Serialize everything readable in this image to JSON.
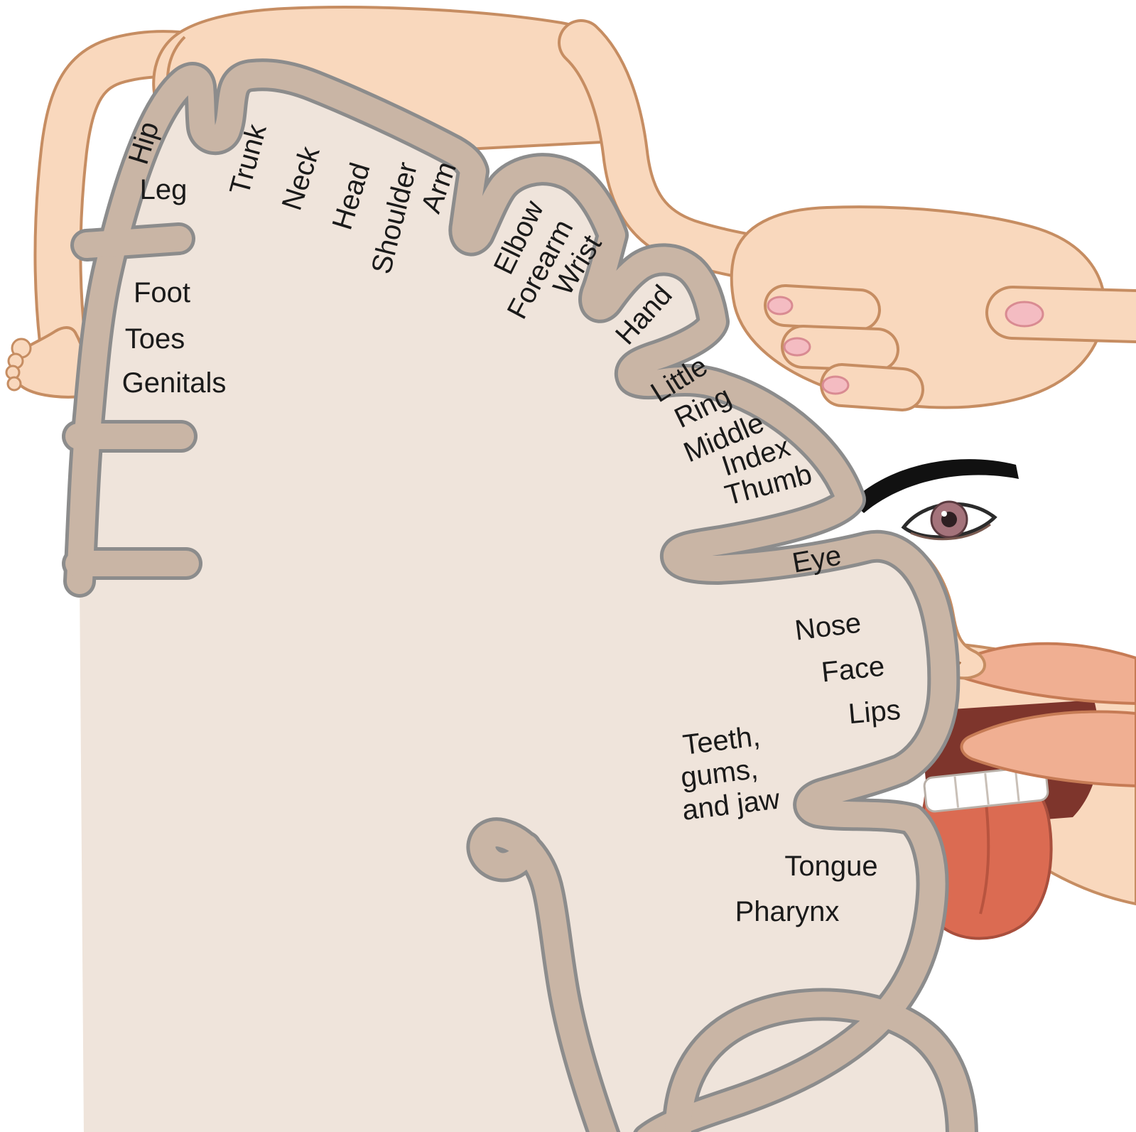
{
  "labels": {
    "hip": "Hip",
    "leg": "Leg",
    "trunk": "Trunk",
    "neck": "Neck",
    "head": "Head",
    "shoulder": "Shoulder",
    "arm": "Arm",
    "elbow": "Elbow",
    "forearm": "Forearm",
    "wrist": "Wrist",
    "hand": "Hand",
    "little": "Little",
    "ring": "Ring",
    "middle": "Middle",
    "index": "Index",
    "thumb": "Thumb",
    "eye": "Eye",
    "nose": "Nose",
    "face": "Face",
    "lips": "Lips",
    "teeth_line1": "Teeth,",
    "teeth_line2": "gums,",
    "teeth_line3": "and jaw",
    "tongue": "Tongue",
    "pharynx": "Pharynx",
    "foot": "Foot",
    "toes": "Toes",
    "genitals": "Genitals"
  },
  "colors": {
    "background": "#FFFFFF",
    "cortex_fill": "#EFE4DB",
    "cortex_band": "#C9B5A5",
    "cortex_band_edge": "#8C8C8C",
    "skin": "#F9D8BD",
    "skin_outline": "#C68D62",
    "nail": "#F4BCC2",
    "lips": "#F0AF92",
    "tongue": "#DB6B52",
    "teeth": "#FFFFFF",
    "iris": "#A4737B",
    "eyebrow": "#111111",
    "label_text": "#1A1A1A"
  }
}
